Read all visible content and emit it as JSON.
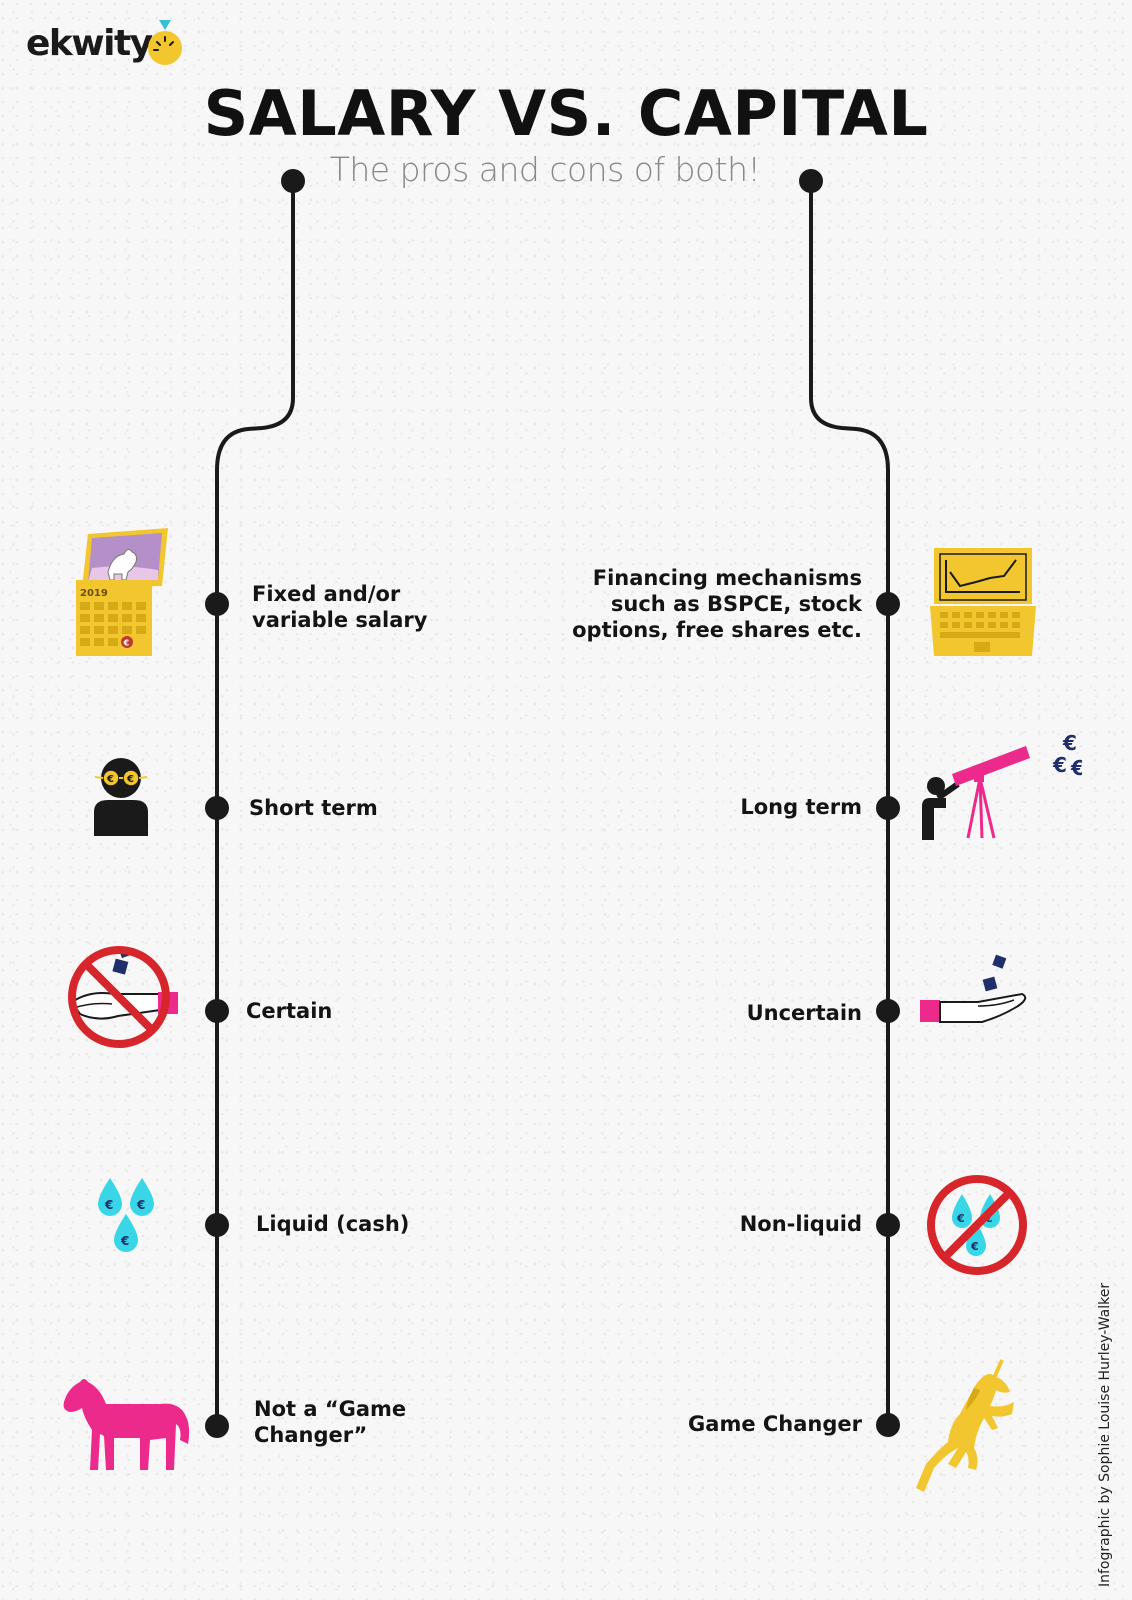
{
  "brand": {
    "logo_text": "ekwity"
  },
  "header": {
    "title": "SALARY VS. CAPITAL",
    "subtitle": "The pros and cons of both!"
  },
  "salary": {
    "items": [
      {
        "label_lines": [
          "Fixed and/or",
          "variable salary"
        ],
        "icon": "unicorn-calendar-icon"
      },
      {
        "label_lines": [
          "Short term"
        ],
        "icon": "euro-glasses-person-icon"
      },
      {
        "label_lines": [
          "Certain"
        ],
        "icon": "no-dice-hand-icon"
      },
      {
        "label_lines": [
          "Liquid (cash)"
        ],
        "icon": "euro-drops-icon"
      },
      {
        "label_lines": [
          "Not a “Game",
          "Changer”"
        ],
        "icon": "pink-horse-icon"
      }
    ]
  },
  "capital": {
    "items": [
      {
        "label_lines": [
          "Financing mechanisms",
          "such as BSPCE, stock",
          "options, free shares etc."
        ],
        "icon": "laptop-chart-icon"
      },
      {
        "label_lines": [
          "Long term"
        ],
        "icon": "telescope-euros-icon"
      },
      {
        "label_lines": [
          "Uncertain"
        ],
        "icon": "dice-hand-icon"
      },
      {
        "label_lines": [
          "Non-liquid"
        ],
        "icon": "no-euro-drops-icon"
      },
      {
        "label_lines": [
          "Game Changer"
        ],
        "icon": "gold-unicorn-icon"
      }
    ]
  },
  "icon_text": {
    "calendar_year": "2019",
    "euro": "€"
  },
  "credit": "Infographic by Sophie Louise Hurley-Walker",
  "colors": {
    "line": "#1a1a1a",
    "gold": "#f2c62e",
    "pink": "#ec2a8c",
    "cyan": "#38d6e6",
    "red": "#d6262b",
    "navy": "#1f2f6b"
  }
}
